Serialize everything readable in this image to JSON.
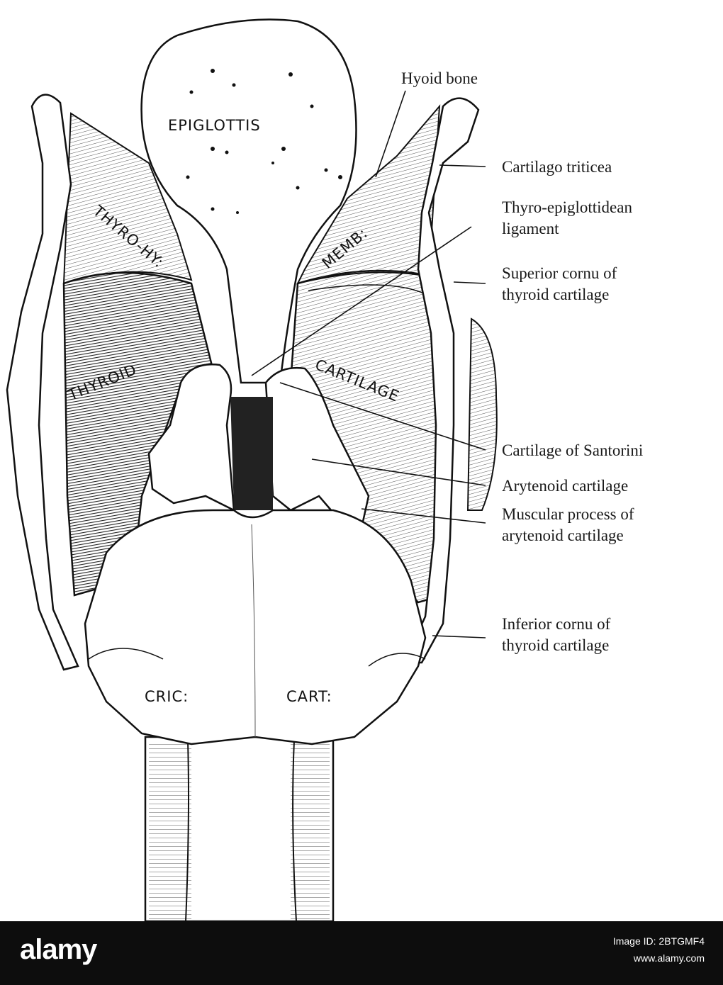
{
  "diagram": {
    "structure_labels": {
      "epiglottis": "EPIGLOTTIS",
      "thyro_hy": "THYRO-HY:",
      "memb": "MEMB:",
      "thyroid": "THYROID",
      "cartilage": "CARTILAGE",
      "cric": "CRIC:",
      "cart": "CART:"
    },
    "callouts": {
      "hyoid_bone": "Hyoid bone",
      "cartilago_triticea": "Cartilago triticea",
      "thyro_epi_1": "Thyro-epiglottidean",
      "thyro_epi_2": "ligament",
      "sup_cornu_1": "Superior cornu of",
      "sup_cornu_2": "thyroid cartilage",
      "santorini": "Cartilage of Santorini",
      "arytenoid": "Arytenoid cartilage",
      "muscular_1": "Muscular process of",
      "muscular_2": "arytenoid cartilage",
      "inf_cornu_1": "Inferior cornu of",
      "inf_cornu_2": "thyroid cartilage"
    }
  },
  "footer": {
    "logo": "alamy",
    "image_id": "Image ID: 2BTGMF4",
    "url": "www.alamy.com"
  }
}
